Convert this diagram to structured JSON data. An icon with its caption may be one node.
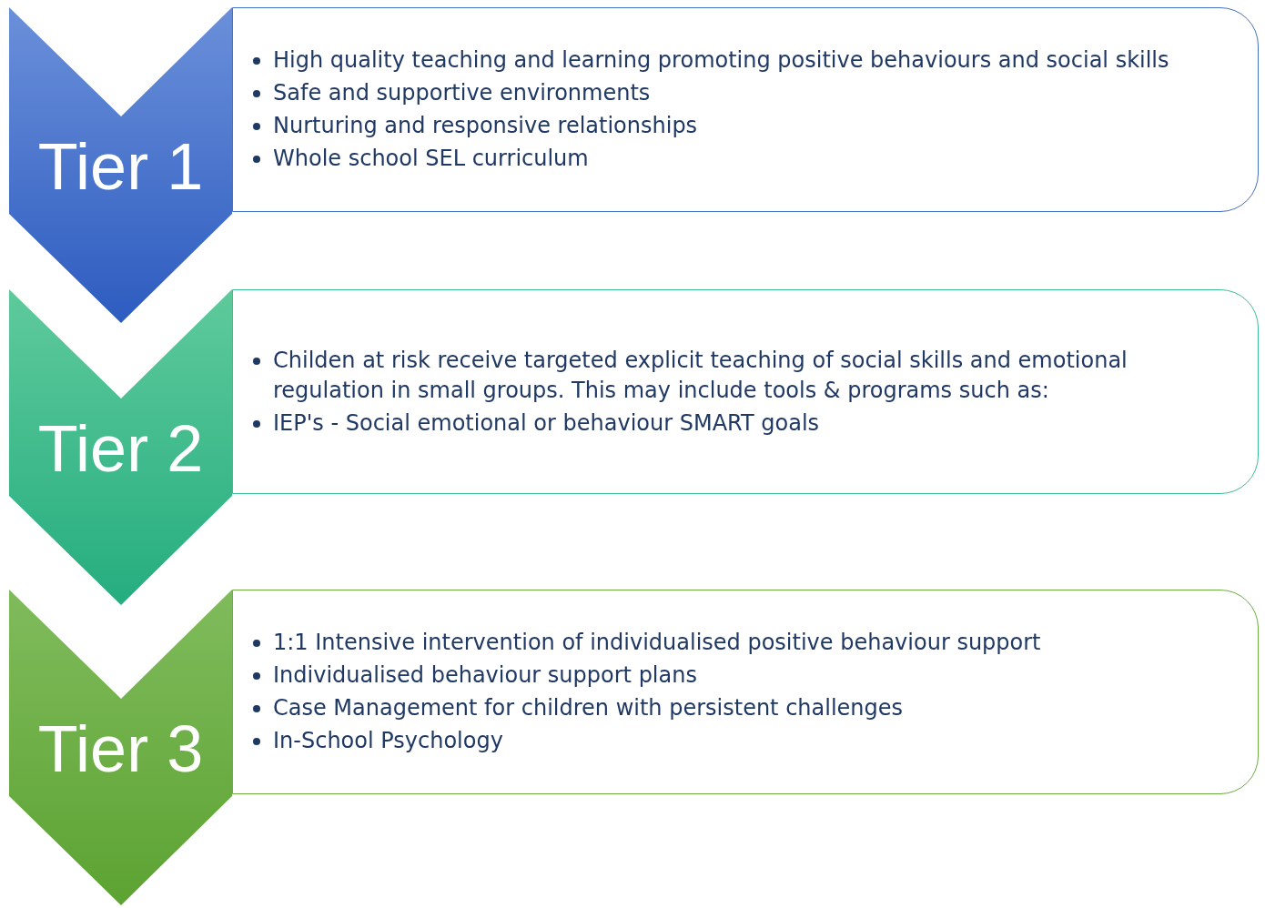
{
  "diagram": {
    "nodes": [
      {
        "text": [
          "Tier 1"
        ]
      },
      {
        "text": [
          "High quality teaching and learning promoting positive behaviours and social skills",
          "Safe and supportive environments",
          "Nurturing and responsive relationships",
          "Whole school SEL curriculum"
        ]
      },
      {
        "text": [
          "Tier 2"
        ]
      },
      {
        "text": [
          "Childen at risk receive targeted explicit teaching of social skills and emotional regulation in small groups. This may include tools & programs such as:",
          "IEP's - Social emotional or behaviour SMART goals"
        ]
      },
      {
        "text": [
          "Tier 3"
        ]
      },
      {
        "text": [
          "1:1 Intensive intervention of individualised positive behaviour support",
          "Individualised behaviour support plans",
          "Case Management for children with persistent challenges",
          "In-School Psychology"
        ]
      }
    ]
  }
}
